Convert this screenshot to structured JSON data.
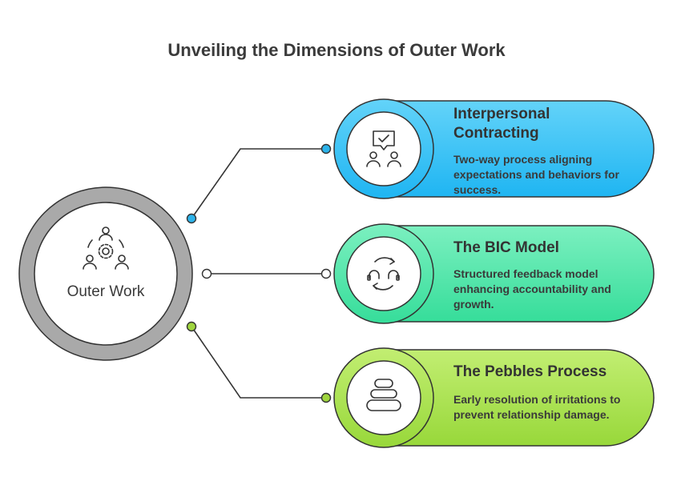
{
  "title": "Unveiling the Dimensions of Outer Work",
  "hub": {
    "label": "Outer Work",
    "icon": "team-gear-icon"
  },
  "items": [
    {
      "title": "Interpersonal Contracting",
      "description": "Two-way process aligning expectations and behaviors for success.",
      "icon": "agreement-chat-icon",
      "color": "#2fbdf5",
      "dot": "#2db3ea"
    },
    {
      "title": "The BIC Model",
      "description": "Structured feedback model enhancing accountability and growth.",
      "icon": "feedback-cycle-icon",
      "color": "#3ee6a5",
      "dot": "#ffffff"
    },
    {
      "title": "The Pebbles Process",
      "description": "Early resolution of irritations to prevent relationship damage.",
      "icon": "stacked-pebbles-icon",
      "color": "#a6e34a",
      "dot": "#9fd53e"
    }
  ]
}
